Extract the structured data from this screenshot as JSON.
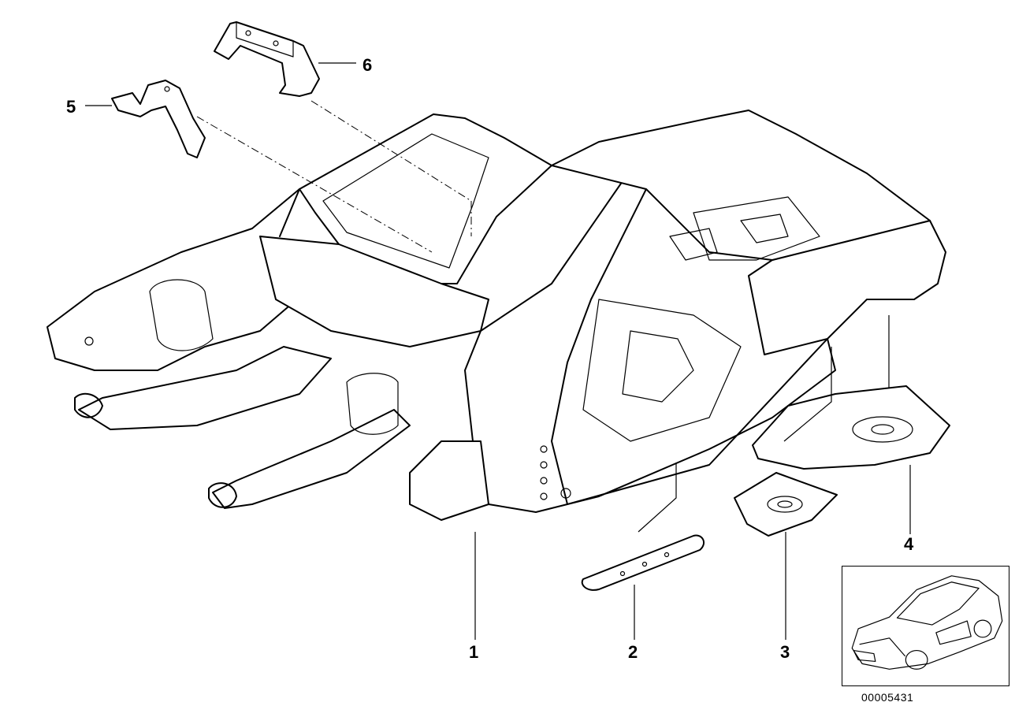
{
  "diagram": {
    "callouts": [
      "1",
      "2",
      "3",
      "4",
      "5",
      "6"
    ],
    "reference_number": "00005431",
    "colors": {
      "line": "#000000",
      "background": "#ffffff"
    }
  }
}
